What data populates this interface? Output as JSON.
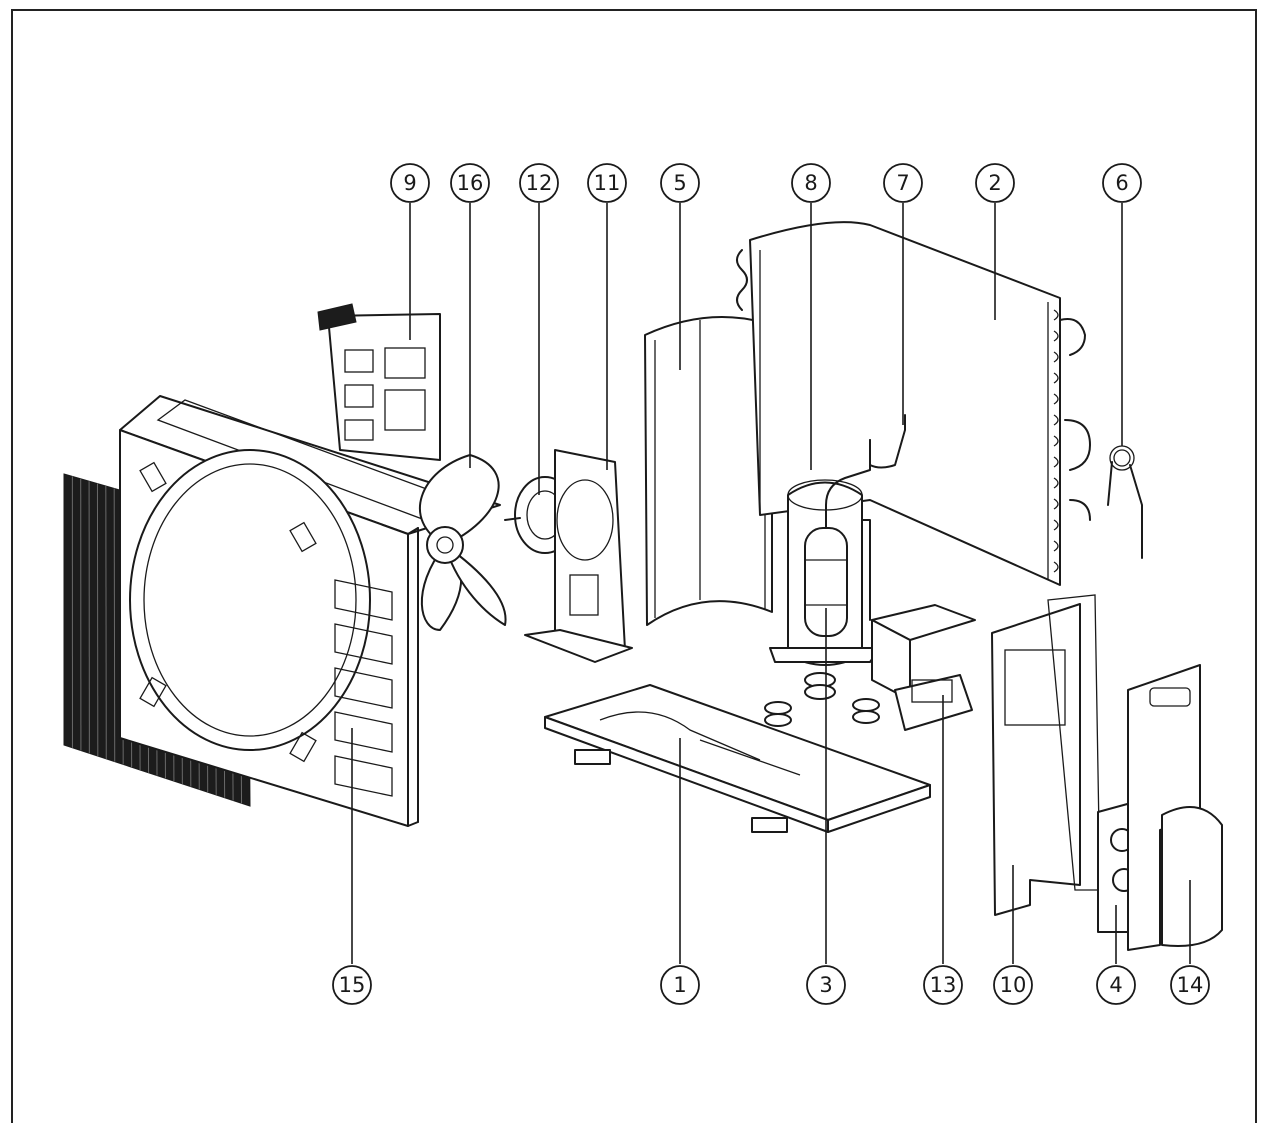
{
  "callouts": [
    {
      "id": "9",
      "label": "9"
    },
    {
      "id": "16",
      "label": "16"
    },
    {
      "id": "12",
      "label": "12"
    },
    {
      "id": "11",
      "label": "11"
    },
    {
      "id": "5",
      "label": "5"
    },
    {
      "id": "8",
      "label": "8"
    },
    {
      "id": "7",
      "label": "7"
    },
    {
      "id": "2",
      "label": "2"
    },
    {
      "id": "6",
      "label": "6"
    },
    {
      "id": "15",
      "label": "15"
    },
    {
      "id": "1",
      "label": "1"
    },
    {
      "id": "3",
      "label": "3"
    },
    {
      "id": "13",
      "label": "13"
    },
    {
      "id": "10",
      "label": "10"
    },
    {
      "id": "4",
      "label": "4"
    },
    {
      "id": "14",
      "label": "14"
    }
  ]
}
